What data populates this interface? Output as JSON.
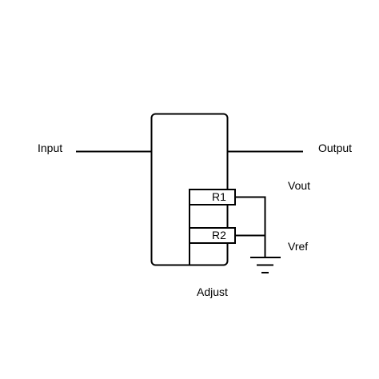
{
  "diagram": {
    "labels": {
      "input": "Input",
      "output": "Output",
      "vout": "Vout",
      "vref": "Vref",
      "adjust": "Adjust"
    },
    "resistors": {
      "r1": "R1",
      "r2": "R2"
    },
    "colors": {
      "stroke": "#000000",
      "background": "#ffffff",
      "component_fill": "#ffffff"
    }
  }
}
